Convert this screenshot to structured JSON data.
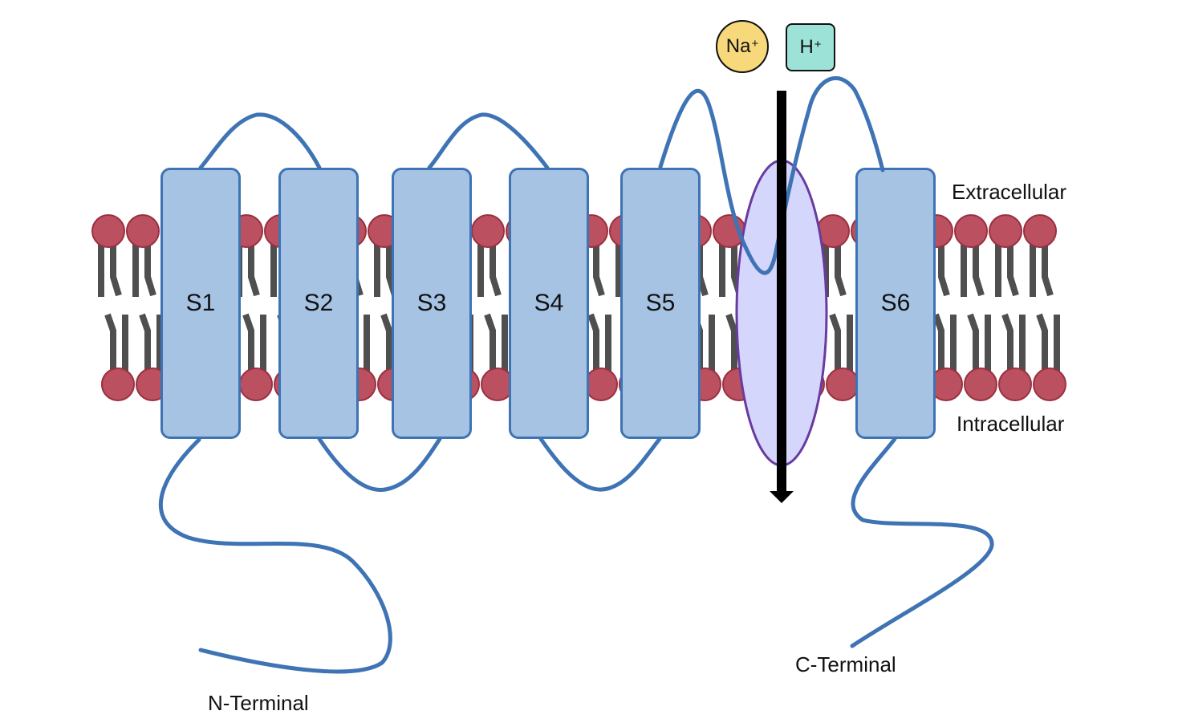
{
  "segments": [
    "S1",
    "S2",
    "S3",
    "S4",
    "S5",
    "S6"
  ],
  "labels": {
    "extracellular": "Extracellular",
    "intracellular": "Intracellular",
    "n_terminal": "N-Terminal",
    "c_terminal": "C-Terminal"
  },
  "ions": {
    "na": {
      "symbol": "Na",
      "charge": "+"
    },
    "h": {
      "symbol": "H",
      "charge": "+"
    }
  },
  "colors": {
    "lipid_head": "#bb5060",
    "lipid_tail": "#4f4f4f",
    "helix_fill": "#a6c3e4",
    "helix_border": "#3e73b4",
    "chain": "#3e73b4",
    "pore_fill": "#d4d6fb",
    "pore_border": "#6a3aa0",
    "na_fill": "#f7d87a",
    "h_fill": "#9de2d6"
  }
}
